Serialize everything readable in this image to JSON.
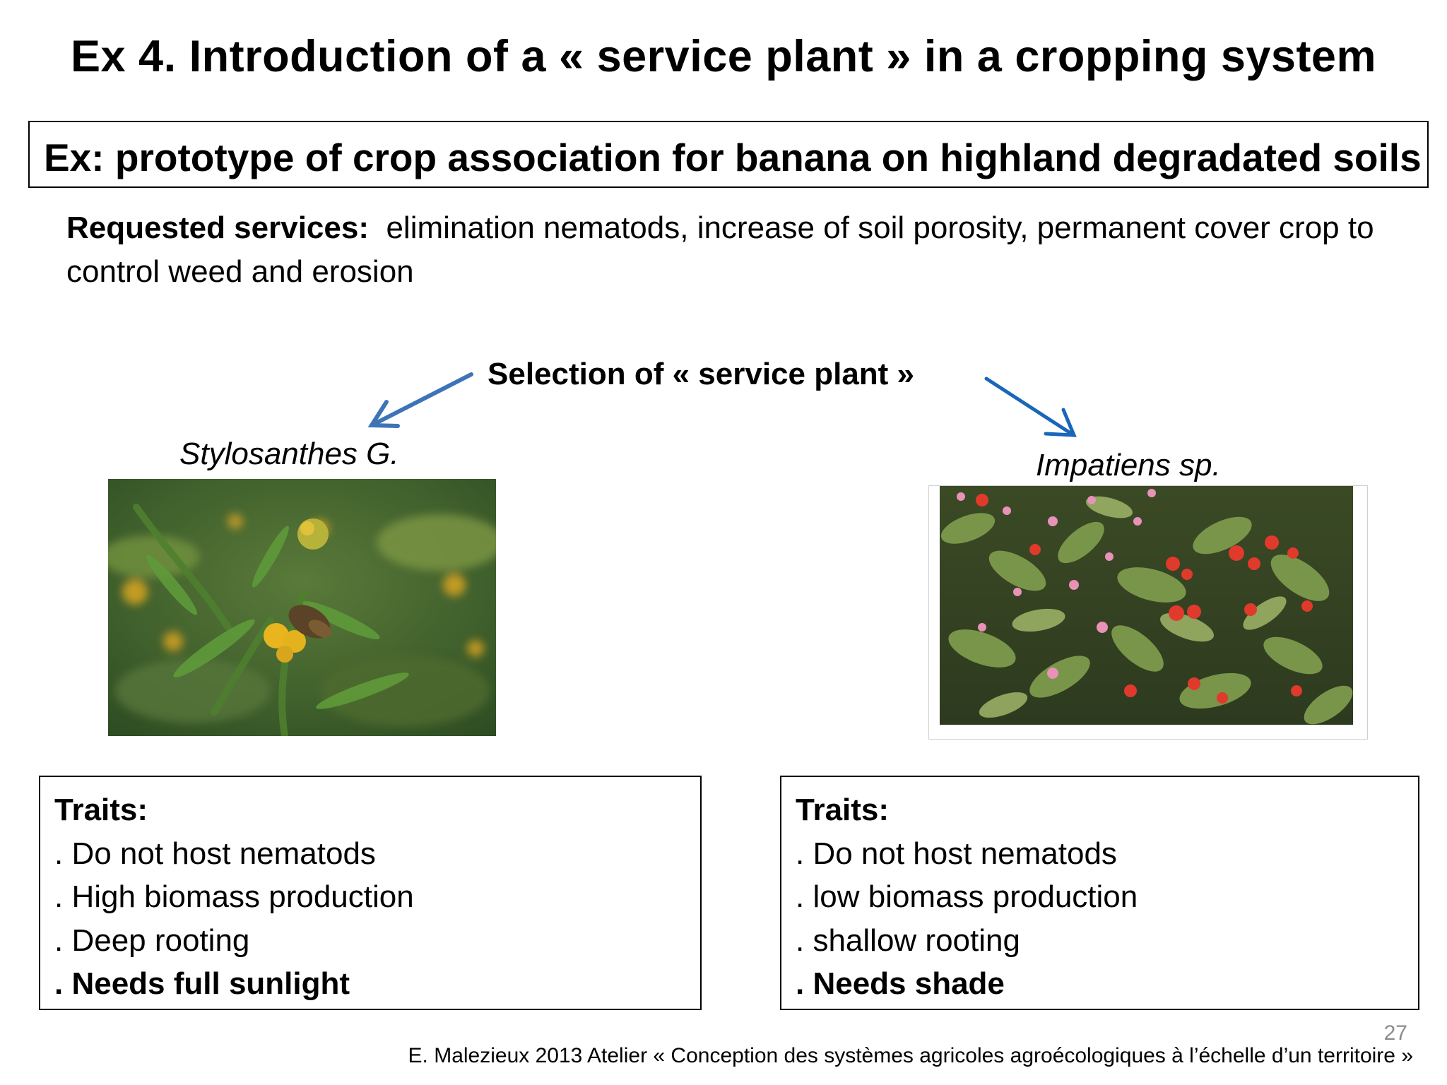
{
  "slide": {
    "title": "Ex 4. Introduction of a « service plant » in a cropping system",
    "subtitle": "Ex: prototype of crop association for banana on highland degradated soils",
    "requested_label": "Requested services:",
    "requested_text": "elimination nematods, increase of soil porosity, permanent cover crop to control weed and erosion",
    "selection_label": "Selection of « service plant »",
    "page_number": "27",
    "citation": "E. Malezieux 2013 Atelier « Conception des systèmes agricoles agroécologiques à l’échelle d’un territoire »"
  },
  "plants": [
    {
      "name": "Stylosanthes G.",
      "photo_icon": "stylosanthes-photo",
      "traits_header": "Traits:",
      "traits": [
        ". Do not host nematods",
        ". High biomass production",
        ". Deep rooting"
      ],
      "key_trait": ". Needs full sunlight"
    },
    {
      "name": "Impatiens sp.",
      "photo_icon": "impatiens-photo",
      "traits_header": "Traits:",
      "traits": [
        ". Do not host nematods",
        ". low biomass production",
        ". shallow rooting"
      ],
      "key_trait": ". Needs shade"
    }
  ],
  "colors": {
    "arrow": "#3f73b7",
    "page_number": "#8c8c8c",
    "text": "#000000"
  }
}
